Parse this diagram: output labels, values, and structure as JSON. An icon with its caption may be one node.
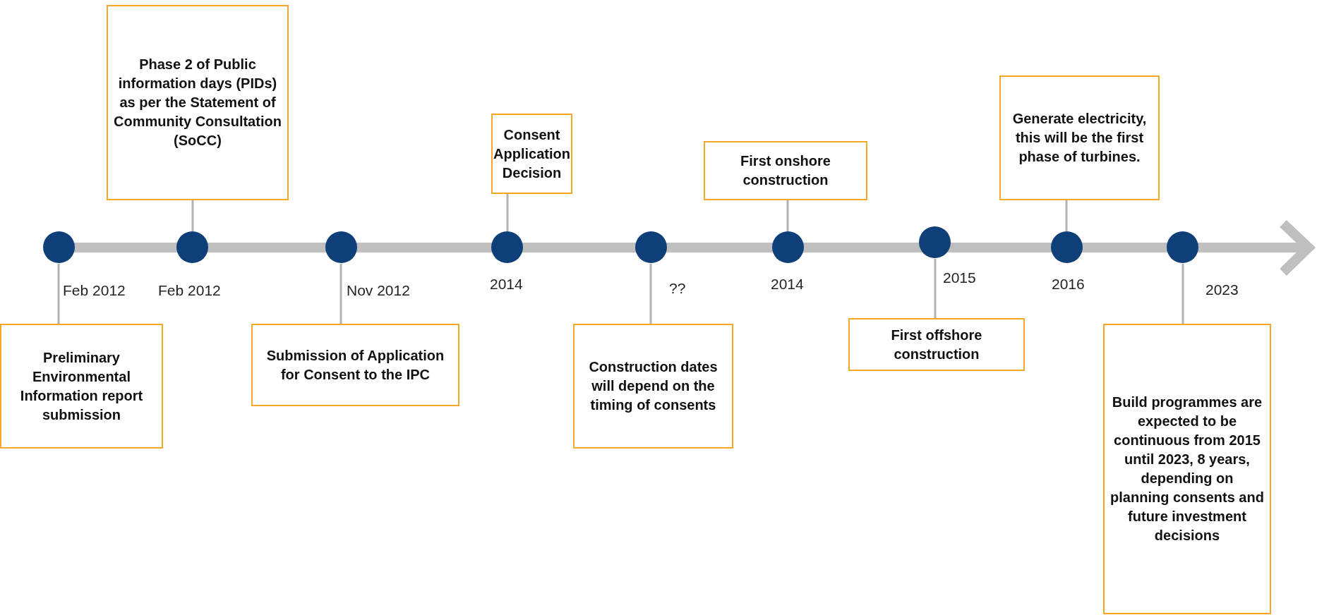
{
  "diagram": {
    "nodes": [
      {
        "text": [],
        "shape": "circle",
        "beside": [
          "Feb 2012"
        ]
      },
      {
        "text": [],
        "shape": "circle",
        "beside": [
          "Feb 2012"
        ]
      },
      {
        "text": [],
        "shape": "circle",
        "beside": [
          "Nov 2012"
        ]
      },
      {
        "text": [],
        "shape": "circle",
        "beside": [
          "2014"
        ]
      },
      {
        "text": [],
        "shape": "circle",
        "beside": [
          "??"
        ]
      },
      {
        "text": [],
        "shape": "circle",
        "beside": [
          "2014"
        ]
      },
      {
        "text": [],
        "shape": "circle",
        "beside": [
          "2015"
        ]
      },
      {
        "text": [],
        "shape": "circle",
        "beside": [
          "2016"
        ]
      },
      {
        "text": [],
        "shape": "circle",
        "beside": [
          "2023"
        ]
      },
      {
        "text": [
          "Preliminary Environmental Information report submission"
        ]
      },
      {
        "text": [
          "Phase 2 of Public information days (PIDs) as per the Statement of Community Consultation (SoCC)"
        ]
      },
      {
        "text": [
          "Submission of Application for Consent to the IPC"
        ]
      },
      {
        "text": [
          "Consent Application Decision"
        ]
      },
      {
        "text": [
          "Construction dates will depend on the timing of consents"
        ]
      },
      {
        "text": [
          "First onshore construction"
        ]
      },
      {
        "text": [
          "First offshore construction"
        ]
      },
      {
        "text": [
          "Generate electricity, this will be the first phase of turbines."
        ]
      },
      {
        "text": [
          "Build programmes are expected to be continuous from 2015 until 2023, 8 years, depending on planning consents and future investment decisions"
        ]
      }
    ],
    "edges": [
      {
        "from": 9,
        "to": 0,
        "arrow": "none"
      },
      {
        "from": 10,
        "to": 1,
        "arrow": "none"
      },
      {
        "from": 11,
        "to": 2,
        "arrow": "none"
      },
      {
        "from": 12,
        "to": 3,
        "arrow": "none"
      },
      {
        "from": 13,
        "to": 4,
        "arrow": "none"
      },
      {
        "from": 14,
        "to": 5,
        "arrow": "none"
      },
      {
        "from": 15,
        "to": 6,
        "arrow": "none"
      },
      {
        "from": 16,
        "to": 7,
        "arrow": "none"
      },
      {
        "from": 17,
        "to": 8,
        "arrow": "none"
      }
    ]
  }
}
